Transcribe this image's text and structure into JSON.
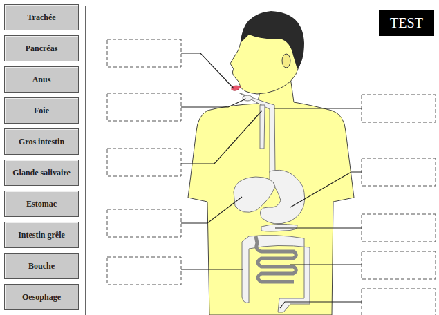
{
  "diagram": {
    "nodes": [
      {
        "text": [
          "Trachée"
        ]
      },
      {
        "text": [
          "Pancréas"
        ]
      },
      {
        "text": [
          "Anus"
        ]
      },
      {
        "text": [
          "Foie"
        ]
      },
      {
        "text": [
          "Gros intestin"
        ]
      },
      {
        "text": [
          "Glande salivaire"
        ]
      },
      {
        "text": [
          "Estomac"
        ]
      },
      {
        "text": [
          "Intestin grêle"
        ]
      },
      {
        "text": [
          "Bouche"
        ]
      },
      {
        "text": [
          "Oesophage"
        ]
      },
      {
        "text": [
          "TEST"
        ]
      }
    ]
  }
}
